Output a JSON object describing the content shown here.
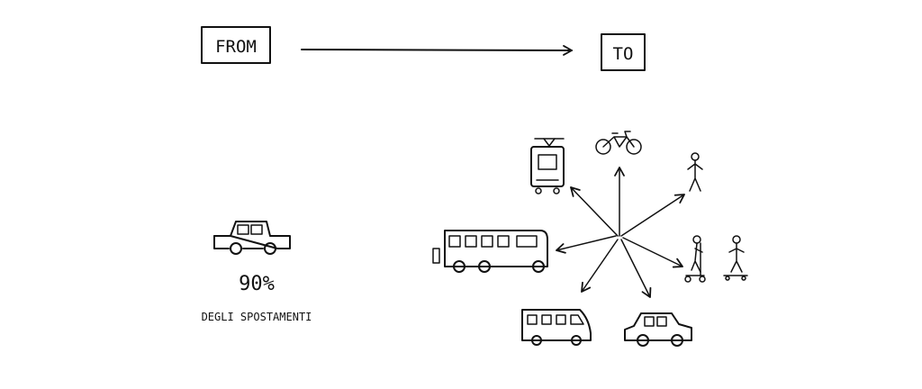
{
  "from_label": "FROM",
  "to_label": "TO",
  "stat": {
    "percent": "90%",
    "caption": "DEGLI SPOSTAMENTI"
  },
  "icons": [
    "car-icon",
    "tram-icon",
    "bicycle-icon",
    "pedestrian-icon",
    "scooter-rider-icon",
    "skateboarder-icon",
    "bus-icon",
    "minibus-icon",
    "shared-car-icon"
  ],
  "colors": {
    "ink": "#111111",
    "background": "#ffffff"
  }
}
